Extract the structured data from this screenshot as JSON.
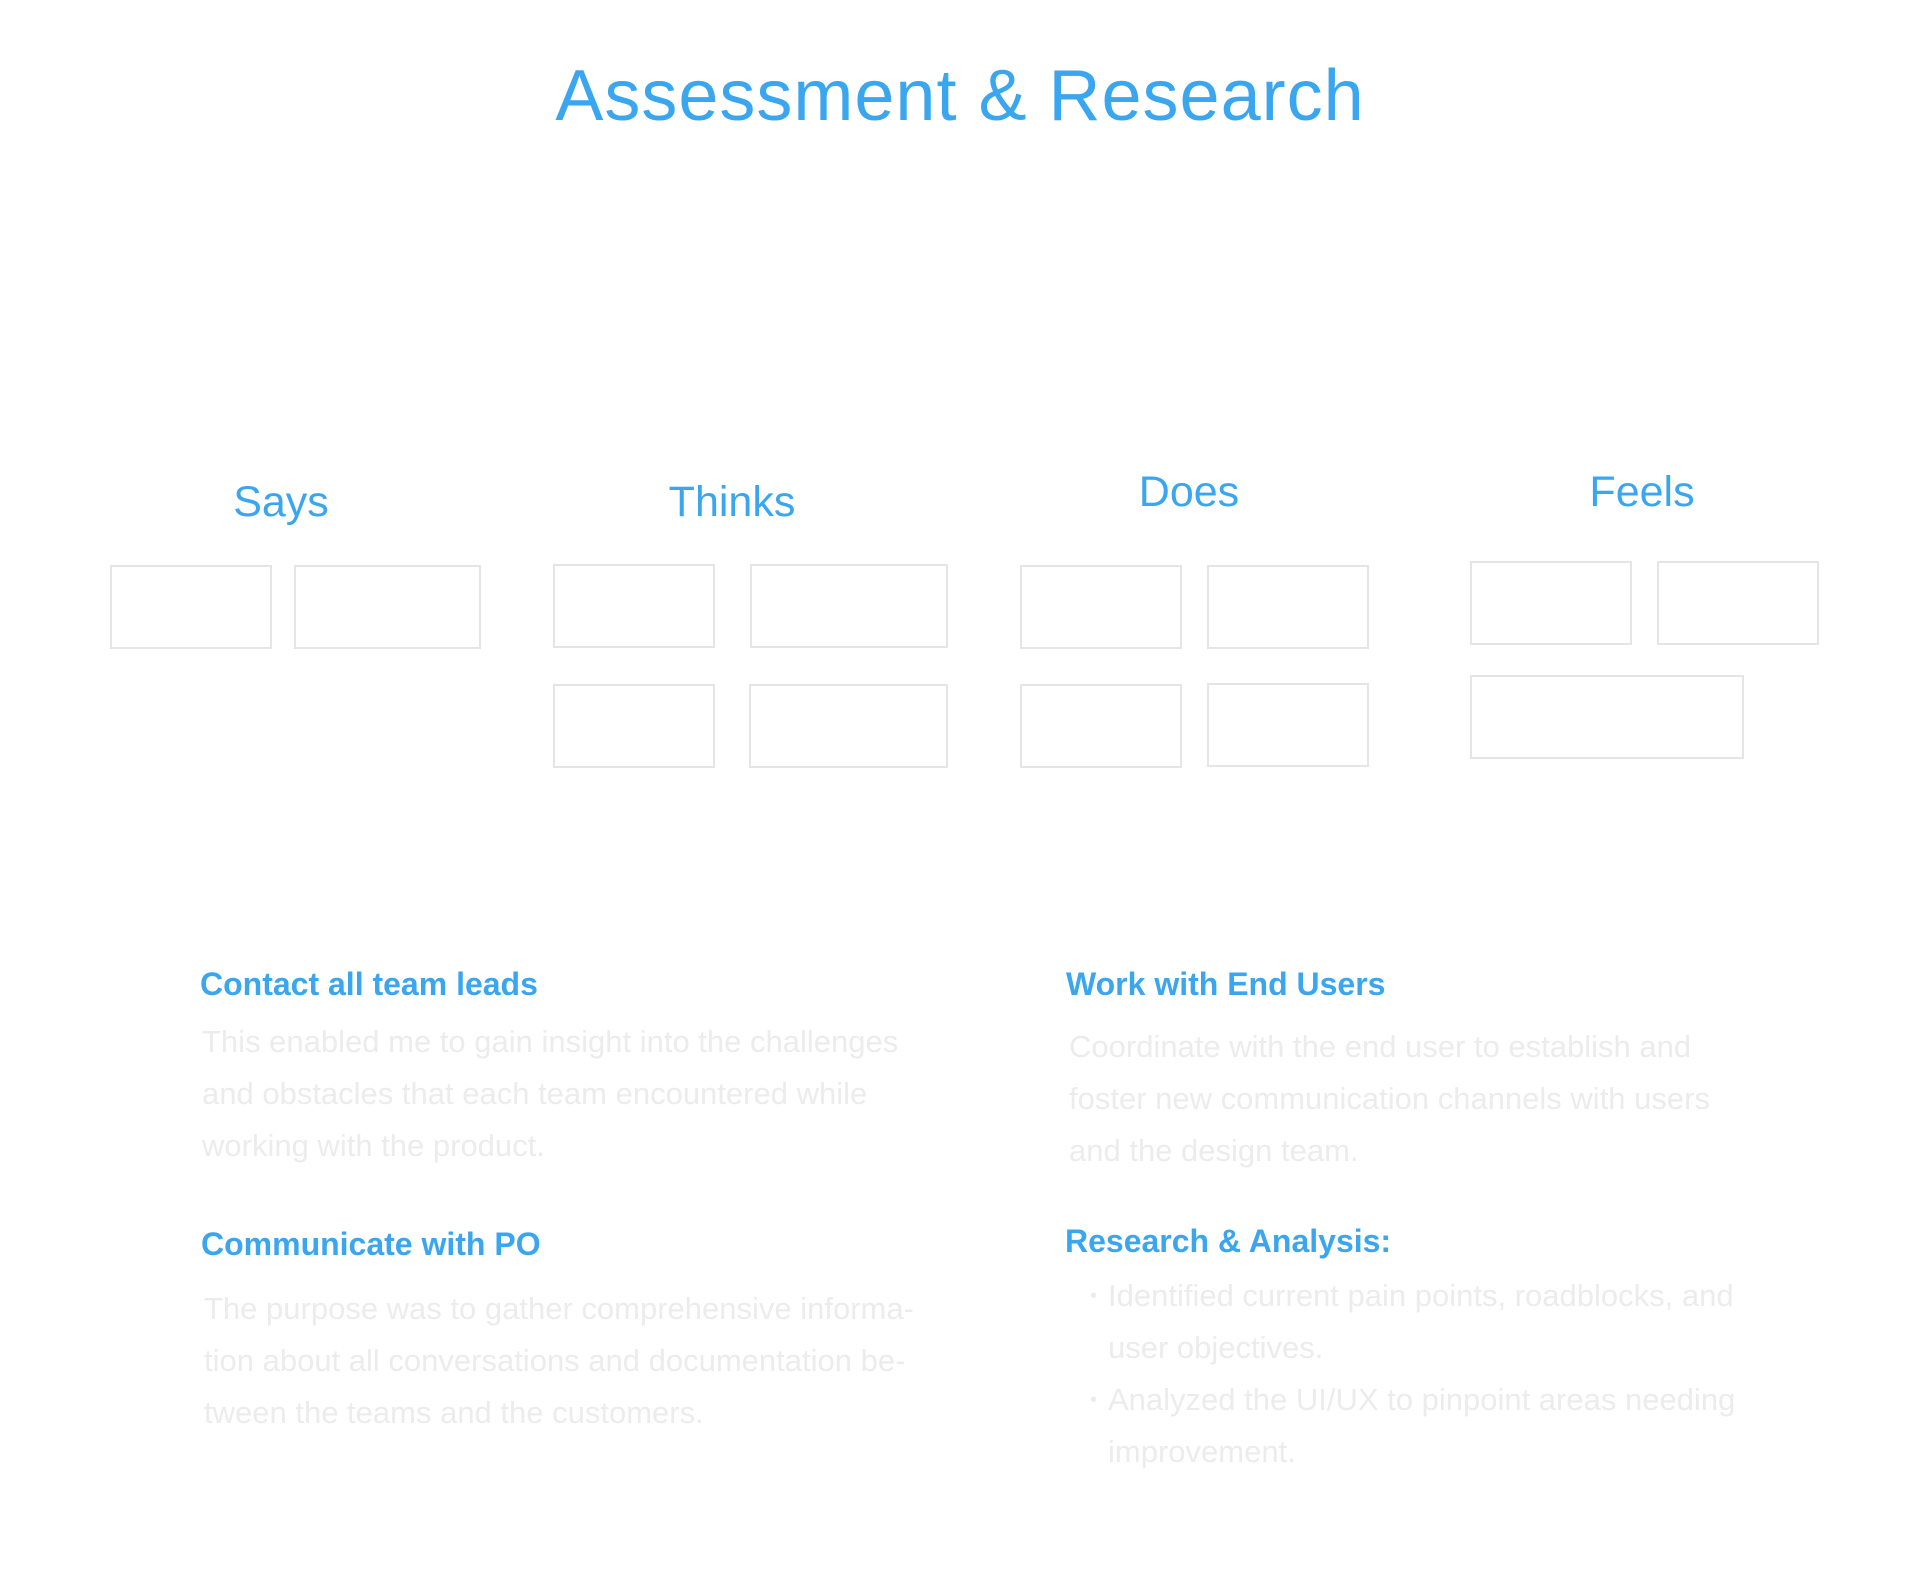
{
  "page": {
    "title": "Assessment & Research"
  },
  "empathy_map": {
    "columns": [
      {
        "label": "Says"
      },
      {
        "label": "Thinks"
      },
      {
        "label": "Does"
      },
      {
        "label": "Feels"
      }
    ]
  },
  "sections": {
    "team_leads": {
      "heading": "Contact all team leads",
      "body": "This enabled me to gain insight into the challenges and obstacles that each team encountered while working with the product."
    },
    "end_users": {
      "heading": "Work with End Users",
      "body": "Coordinate with the end user to establish and foster new communication channels with users and the design team."
    },
    "po": {
      "heading": "Communicate with PO",
      "body": "The purpose was to gather comprehensive informa-tion about all conversations and documentation be-tween the teams and the customers."
    },
    "research": {
      "heading": "Research & Analysis:",
      "bullets": [
        "Identified current pain points, roadblocks, and user objectives.",
        "Analyzed the UI/UX to pinpoint areas needing improvement."
      ]
    }
  },
  "colors": {
    "accent": "#3aa6ef",
    "muted_text": "#ececec",
    "box_border": "#e5e5e5"
  }
}
